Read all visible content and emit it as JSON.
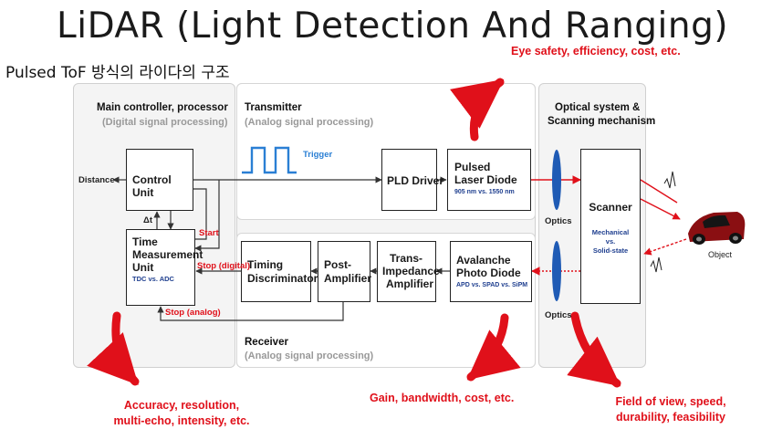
{
  "title": "LiDAR (Light Detection And Ranging)",
  "subtitle": "Pulsed ToF 방식의 라이다의 구조",
  "panels": {
    "controller": {
      "title": "Main controller, processor",
      "subtitle": "(Digital signal processing)"
    },
    "transmitter": {
      "title": "Transmitter",
      "subtitle": "(Analog signal processing)"
    },
    "receiver": {
      "title": "Receiver",
      "subtitle": "(Analog signal processing)"
    },
    "optical": {
      "title_line1": "Optical system &",
      "title_line2": "Scanning mechanism"
    }
  },
  "blocks": {
    "control_unit": "Control Unit",
    "tmu_line1": "Time",
    "tmu_line2": "Measurement",
    "tmu_line3": "Unit",
    "tmu_note": "TDC vs. ADC",
    "pld_driver": "PLD Driver",
    "laser_line1": "Pulsed",
    "laser_line2": "Laser Diode",
    "laser_note": "905 nm vs. 1550 nm",
    "timing_line1": "Timing",
    "timing_line2": "Discriminator",
    "post_line1": "Post-",
    "post_line2": "Amplifier",
    "tia_line1": "Trans-",
    "tia_line2": "Impedance",
    "tia_line3": "Amplifier",
    "apd_line1": "Avalanche",
    "apd_line2": "Photo Diode",
    "apd_note": "APD vs. SPAD vs. SiPM",
    "scanner": "Scanner",
    "scanner_note_line1": "Mechanical",
    "scanner_note_line2": "vs.",
    "scanner_note_line3": "Solid-state"
  },
  "labels": {
    "distance": "Distance",
    "delta_t": "Δt",
    "start": "Start",
    "stop_digital": "Stop (digital)",
    "stop_analog": "Stop (analog)",
    "trigger": "Trigger",
    "optics_top": "Optics",
    "optics_bottom": "Optics",
    "object": "Object"
  },
  "notes": {
    "eye_safety": "Eye safety, efficiency, cost, etc.",
    "accuracy_line1": "Accuracy, resolution,",
    "accuracy_line2": "multi-echo, intensity, etc.",
    "gain": "Gain, bandwidth, cost, etc.",
    "fov_line1": "Field of view, speed,",
    "fov_line2": "durability, feasibility"
  },
  "colors": {
    "accent_red": "#e0101a",
    "optics_blue": "#1f5bb5",
    "trigger_blue": "#2a7fd4",
    "panel_gray": "#f4f4f4"
  }
}
